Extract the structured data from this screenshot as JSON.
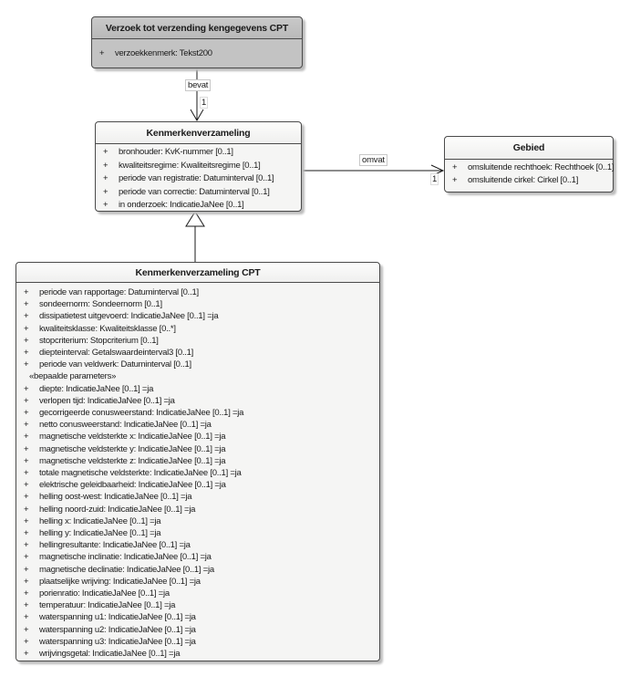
{
  "classes": {
    "verzoek": {
      "title": "Verzoek tot verzending kengegevens CPT",
      "attributes": [
        {
          "vis": "+",
          "text": "verzoekkenmerk: Tekst200"
        }
      ]
    },
    "kenmerkenverzameling": {
      "title": "Kenmerkenverzameling",
      "attributes": [
        {
          "vis": "+",
          "text": "bronhouder: KvK-nummer [0..1]"
        },
        {
          "vis": "+",
          "text": "kwaliteitsregime: Kwaliteitsregime [0..1]"
        },
        {
          "vis": "+",
          "text": "periode van registratie: Datuminterval [0..1]"
        },
        {
          "vis": "+",
          "text": "periode van correctie: Datuminterval [0..1]"
        },
        {
          "vis": "+",
          "text": "in onderzoek: IndicatieJaNee [0..1]"
        }
      ]
    },
    "gebied": {
      "title": "Gebied",
      "attributes": [
        {
          "vis": "+",
          "text": "omsluitende rechthoek: Rechthoek [0..1]"
        },
        {
          "vis": "+",
          "text": "omsluitende cirkel: Cirkel [0..1]"
        }
      ]
    },
    "cpt": {
      "title": "Kenmerkenverzameling CPT",
      "attributes": [
        {
          "vis": "+",
          "text": "periode van rapportage: Datuminterval [0..1]"
        },
        {
          "vis": "+",
          "text": "sondeernorm: Sondeernorm [0..1]"
        },
        {
          "vis": "+",
          "text": "dissipatietest uitgevoerd: IndicatieJaNee [0..1] =ja"
        },
        {
          "vis": "+",
          "text": "kwaliteitsklasse: Kwaliteitsklasse [0..*]"
        },
        {
          "vis": "+",
          "text": "stopcriterium: Stopcriterium [0..1]"
        },
        {
          "vis": "+",
          "text": "diepteinterval: Getalswaardeinterval3 [0..1]"
        },
        {
          "vis": "+",
          "text": "periode van veldwerk: Datuminterval [0..1]"
        }
      ],
      "stereotype": "«bepaalde parameters»",
      "parameter_attributes": [
        {
          "vis": "+",
          "text": "diepte: IndicatieJaNee [0..1] =ja"
        },
        {
          "vis": "+",
          "text": "verlopen tijd: IndicatieJaNee [0..1] =ja"
        },
        {
          "vis": "+",
          "text": "gecorrigeerde conusweerstand: IndicatieJaNee [0..1] =ja"
        },
        {
          "vis": "+",
          "text": "netto conusweerstand: IndicatieJaNee [0..1] =ja"
        },
        {
          "vis": "+",
          "text": "magnetische veldsterkte x: IndicatieJaNee [0..1] =ja"
        },
        {
          "vis": "+",
          "text": "magnetische veldsterkte y: IndicatieJaNee [0..1] =ja"
        },
        {
          "vis": "+",
          "text": "magnetische veldsterkte z: IndicatieJaNee [0..1] =ja"
        },
        {
          "vis": "+",
          "text": "totale magnetische veldsterkte: IndicatieJaNee [0..1] =ja"
        },
        {
          "vis": "+",
          "text": "elektrische geleidbaarheid: IndicatieJaNee [0..1] =ja"
        },
        {
          "vis": "+",
          "text": "helling oost-west: IndicatieJaNee [0..1] =ja"
        },
        {
          "vis": "+",
          "text": "helling noord-zuid: IndicatieJaNee [0..1] =ja"
        },
        {
          "vis": "+",
          "text": "helling x: IndicatieJaNee [0..1] =ja"
        },
        {
          "vis": "+",
          "text": "helling y: IndicatieJaNee [0..1] =ja"
        },
        {
          "vis": "+",
          "text": "hellingresultante: IndicatieJaNee [0..1] =ja"
        },
        {
          "vis": "+",
          "text": "magnetische inclinatie: IndicatieJaNee [0..1] =ja"
        },
        {
          "vis": "+",
          "text": "magnetische declinatie: IndicatieJaNee [0..1] =ja"
        },
        {
          "vis": "+",
          "text": "plaatselijke wrijving: IndicatieJaNee [0..1] =ja"
        },
        {
          "vis": "+",
          "text": "porienratio: IndicatieJaNee [0..1] =ja"
        },
        {
          "vis": "+",
          "text": "temperatuur: IndicatieJaNee [0..1] =ja"
        },
        {
          "vis": "+",
          "text": "waterspanning u1: IndicatieJaNee [0..1] =ja"
        },
        {
          "vis": "+",
          "text": "waterspanning u2: IndicatieJaNee [0..1] =ja"
        },
        {
          "vis": "+",
          "text": "waterspanning u3: IndicatieJaNee [0..1] =ja"
        },
        {
          "vis": "+",
          "text": "wrijvingsgetal: IndicatieJaNee [0..1] =ja"
        }
      ]
    }
  },
  "relations": {
    "bevat": {
      "label": "bevat",
      "target_multiplicity": "1"
    },
    "omvat": {
      "label": "omvat",
      "target_multiplicity": "1"
    }
  },
  "colors": {
    "request_box_fill": "#c3c3c3",
    "class_box_fill": "#f5f5f4",
    "box_border": "#4a4a4a",
    "connector": "#1a1a1a",
    "page_background": "#ffffff"
  }
}
